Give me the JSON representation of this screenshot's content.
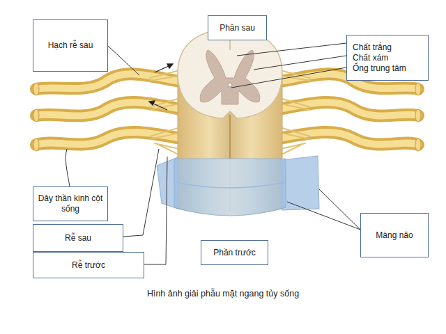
{
  "diagram": {
    "caption": "Hình ảnh giải phẫu mặt ngang tủy sống",
    "nodes": [
      {
        "text": [
          "Phần sau"
        ]
      },
      {
        "text": [
          "Hạch rễ sau"
        ]
      },
      {
        "text": [
          "Chất trắng",
          "Chất xám",
          "Ống trung tâm"
        ]
      },
      {
        "text": [
          "Dây thần kinh cột sống"
        ]
      },
      {
        "text": [
          "Màng não"
        ]
      },
      {
        "text": [
          "Rễ sau"
        ]
      },
      {
        "text": [
          "Phần trước"
        ]
      },
      {
        "text": [
          "Rễ trước"
        ]
      }
    ],
    "edges": []
  }
}
